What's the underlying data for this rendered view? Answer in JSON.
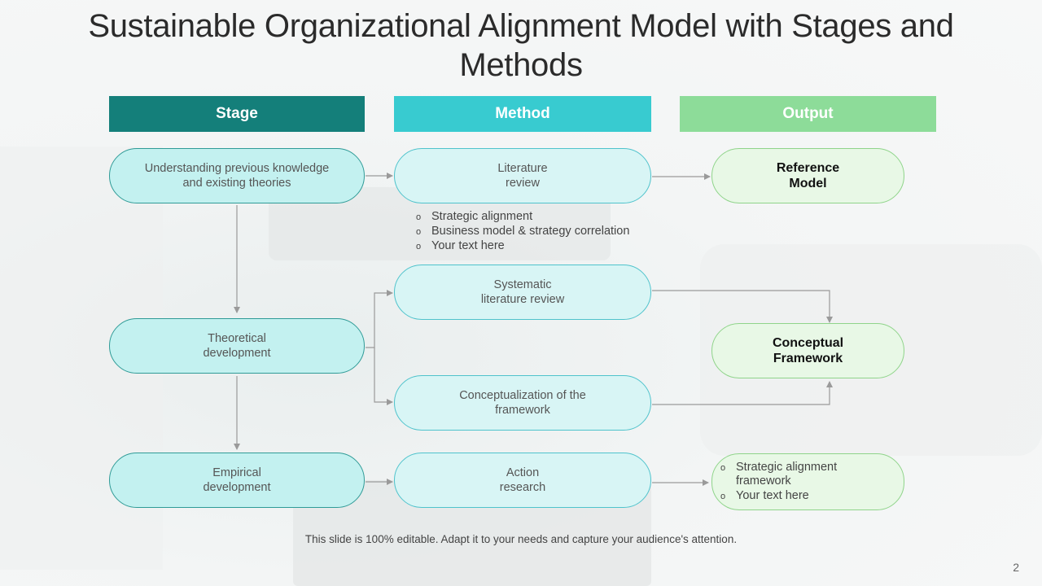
{
  "title": "Sustainable Organizational Alignment Model with Stages and Methods",
  "headers": {
    "stage": "Stage",
    "method": "Method",
    "output": "Output"
  },
  "colors": {
    "stage_header": "#147f7a",
    "method_header": "#38cbd0",
    "output_header": "#8ddc99"
  },
  "stages": [
    "Understanding previous knowledge\nand existing theories",
    "Theoretical\ndevelopment",
    "Empirical\ndevelopment"
  ],
  "methods": [
    "Literature\nreview",
    "Systematic\nliterature review",
    "Conceptualization of the\nframework",
    "Action\nresearch"
  ],
  "method_bullets": [
    "Strategic alignment",
    "Business model & strategy correlation",
    "Your text here"
  ],
  "outputs": [
    "Reference\nModel",
    "Conceptual\nFramework"
  ],
  "output_bullets": [
    "Strategic alignment\nframework",
    "Your text here"
  ],
  "bullet_marker": "o",
  "footer": "This slide is 100% editable. Adapt it to your needs and capture your audience's attention.",
  "page_number": "2"
}
